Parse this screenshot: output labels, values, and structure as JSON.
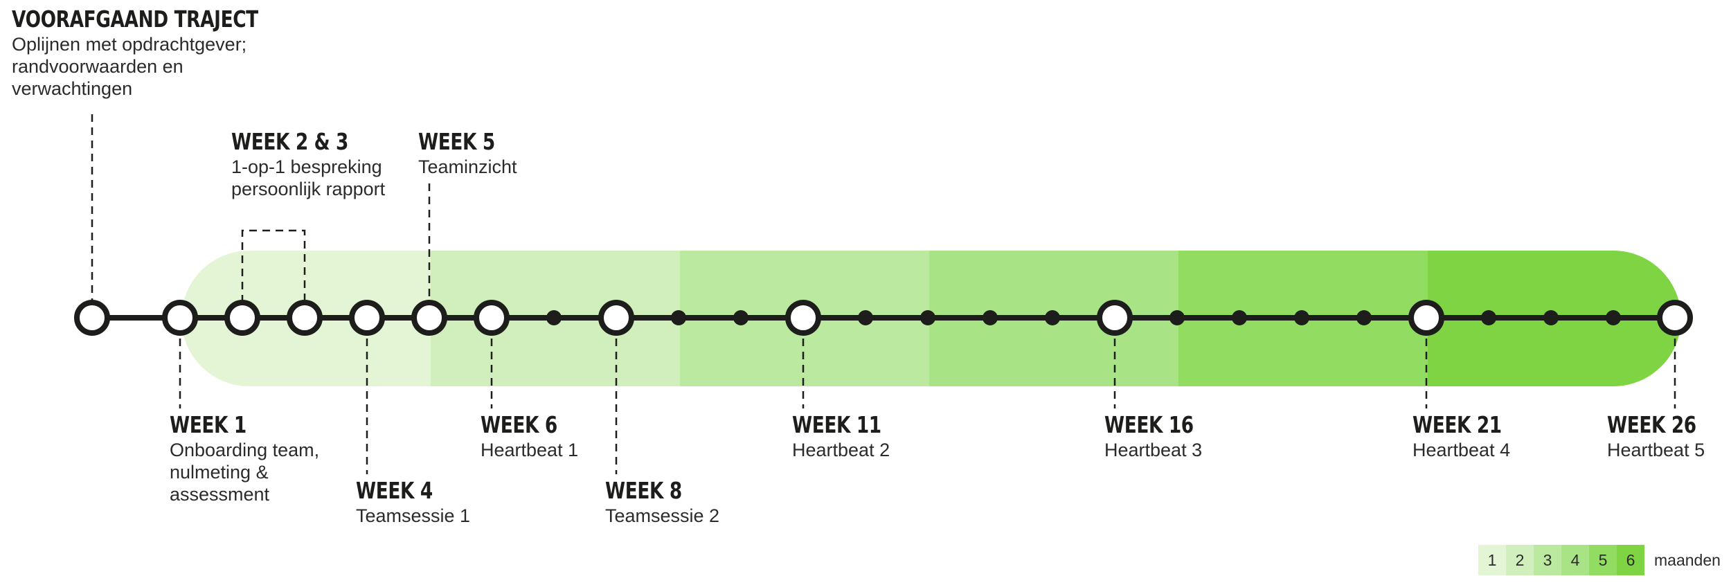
{
  "colors": {
    "line": "#1d1d1b",
    "month_bands": [
      "#e4f5d6",
      "#d0efbc",
      "#bce9a0",
      "#a8e385",
      "#93dc62",
      "#7ed442"
    ]
  },
  "milestones": [
    {
      "id": "pre",
      "title": "VOORAFGAAND TRAJECT",
      "desc": "Oplijnen met opdrachtgever;\nrandvoorwaarden en\nverwachtingen"
    },
    {
      "id": "w1",
      "title": "WEEK 1",
      "desc": "Onboarding team,\nnulmeting &\nassessment"
    },
    {
      "id": "w23",
      "title": "WEEK 2 & 3",
      "desc": "1-op-1 bespreking\npersoonlijk rapport"
    },
    {
      "id": "w4",
      "title": "WEEK 4",
      "desc": "Teamsessie 1"
    },
    {
      "id": "w5",
      "title": "WEEK 5",
      "desc": "Teaminzicht"
    },
    {
      "id": "w6",
      "title": "WEEK 6",
      "desc": "Heartbeat 1"
    },
    {
      "id": "w8",
      "title": "WEEK 8",
      "desc": "Teamsessie 2"
    },
    {
      "id": "w11",
      "title": "WEEK 11",
      "desc": "Heartbeat 2"
    },
    {
      "id": "w16",
      "title": "WEEK 16",
      "desc": "Heartbeat 3"
    },
    {
      "id": "w21",
      "title": "WEEK 21",
      "desc": "Heartbeat 4"
    },
    {
      "id": "w26",
      "title": "WEEK 26",
      "desc": "Heartbeat 5"
    }
  ],
  "legend": {
    "months": [
      "1",
      "2",
      "3",
      "4",
      "5",
      "6"
    ],
    "unit": "maanden"
  }
}
